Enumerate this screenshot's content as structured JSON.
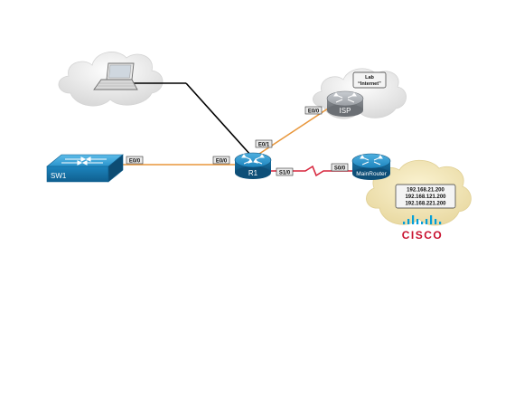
{
  "devices": {
    "switch": {
      "label": "SW1",
      "icon": "switch-icon"
    },
    "r1": {
      "label": "R1",
      "icon": "router-icon"
    },
    "isp": {
      "label": "ISP",
      "icon": "router-icon"
    },
    "main_router": {
      "label": "MainRouter",
      "icon": "router-icon"
    },
    "laptop": {
      "icon": "laptop-icon"
    }
  },
  "ports": {
    "sw1_e0_0": "E0/0",
    "r1_e0_0": "E0/0",
    "r1_e0_1": "E0/1",
    "r1_s1_0": "S1/0",
    "isp_e0_0": "E0/0",
    "mainrouter_s0_0": "S0/0"
  },
  "notes": {
    "lab_internet_line1": "Lab",
    "lab_internet_line2": "“Internet”"
  },
  "ip_addresses": [
    "192.168.21.200",
    "192.168.121.200",
    "192.168.221.200"
  ],
  "logo": {
    "word": "CISCO"
  },
  "colors": {
    "ethernet_link": "#e8963a",
    "serial_link": "#d7263d",
    "laptop_link": "#000000",
    "router_blue": "#1d84bd",
    "isp_gray": "#9a9ea3",
    "cloud_yellow": "#f3e6b4",
    "cloud_white": "#eeeeee",
    "cisco_blue": "#049fd9",
    "cisco_red": "#c8102e"
  }
}
